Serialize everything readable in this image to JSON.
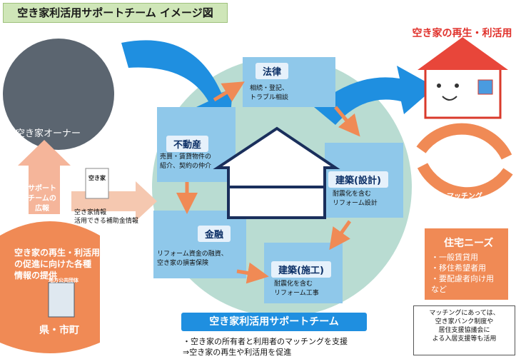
{
  "title": "空き家利活用サポートチーム イメージ図",
  "goal": {
    "title": "空き家の再生・利活用"
  },
  "owner": {
    "label": "空き家オーナー"
  },
  "prefecture": {
    "label": "県・市町",
    "sign": "地方公共団体",
    "promo_lines": [
      "空き家の再生・利活用",
      "の促進に向けた各種",
      "情報の提供"
    ]
  },
  "publicity": {
    "lines": [
      "サポート",
      "チームの",
      "広報"
    ]
  },
  "info": {
    "doc_label": "空き家",
    "lines": [
      "空き家情報",
      "活用できる補助金情報"
    ]
  },
  "segments": {
    "law": {
      "label": "法律",
      "lines": [
        "相続・登記、",
        "トラブル相談"
      ]
    },
    "realestate": {
      "label": "不動産",
      "lines": [
        "売買・賃貸物件の",
        "紹介、契約の仲介"
      ]
    },
    "design": {
      "label": "建築(設計)",
      "lines": [
        "耐震化を含む",
        "リフォーム設計"
      ]
    },
    "finance": {
      "label": "金融",
      "lines": [
        "リフォーム資金の融資、",
        "空き家の損害保険"
      ]
    },
    "construction": {
      "label": "建築(施工)",
      "lines": [
        "耐震化を含む",
        "リフォーム工事"
      ]
    }
  },
  "team": {
    "label": "空き家利活用サポートチーム",
    "notes": [
      "・空き家の所有者と利用者のマッチングを支援",
      "⇒空き家の再生や利活用を促進"
    ]
  },
  "matching": {
    "label": "マッチング"
  },
  "needs": {
    "title": "住宅ニーズ",
    "items": [
      "・一般賃貸用",
      "・移住希望者用",
      "・要配慮者向け用",
      "など"
    ]
  },
  "note": {
    "lines": [
      "マッチングにあっては、",
      "空き家バンク制度や",
      "居住支援協議会に",
      "よる入居支援等も活用"
    ]
  },
  "colors": {
    "accent_blue": "#1f8fe0",
    "circle": "#b9dcd2",
    "segment": "#8fc8ea",
    "orange": "#f08a55",
    "green": "#cfe6b8"
  }
}
